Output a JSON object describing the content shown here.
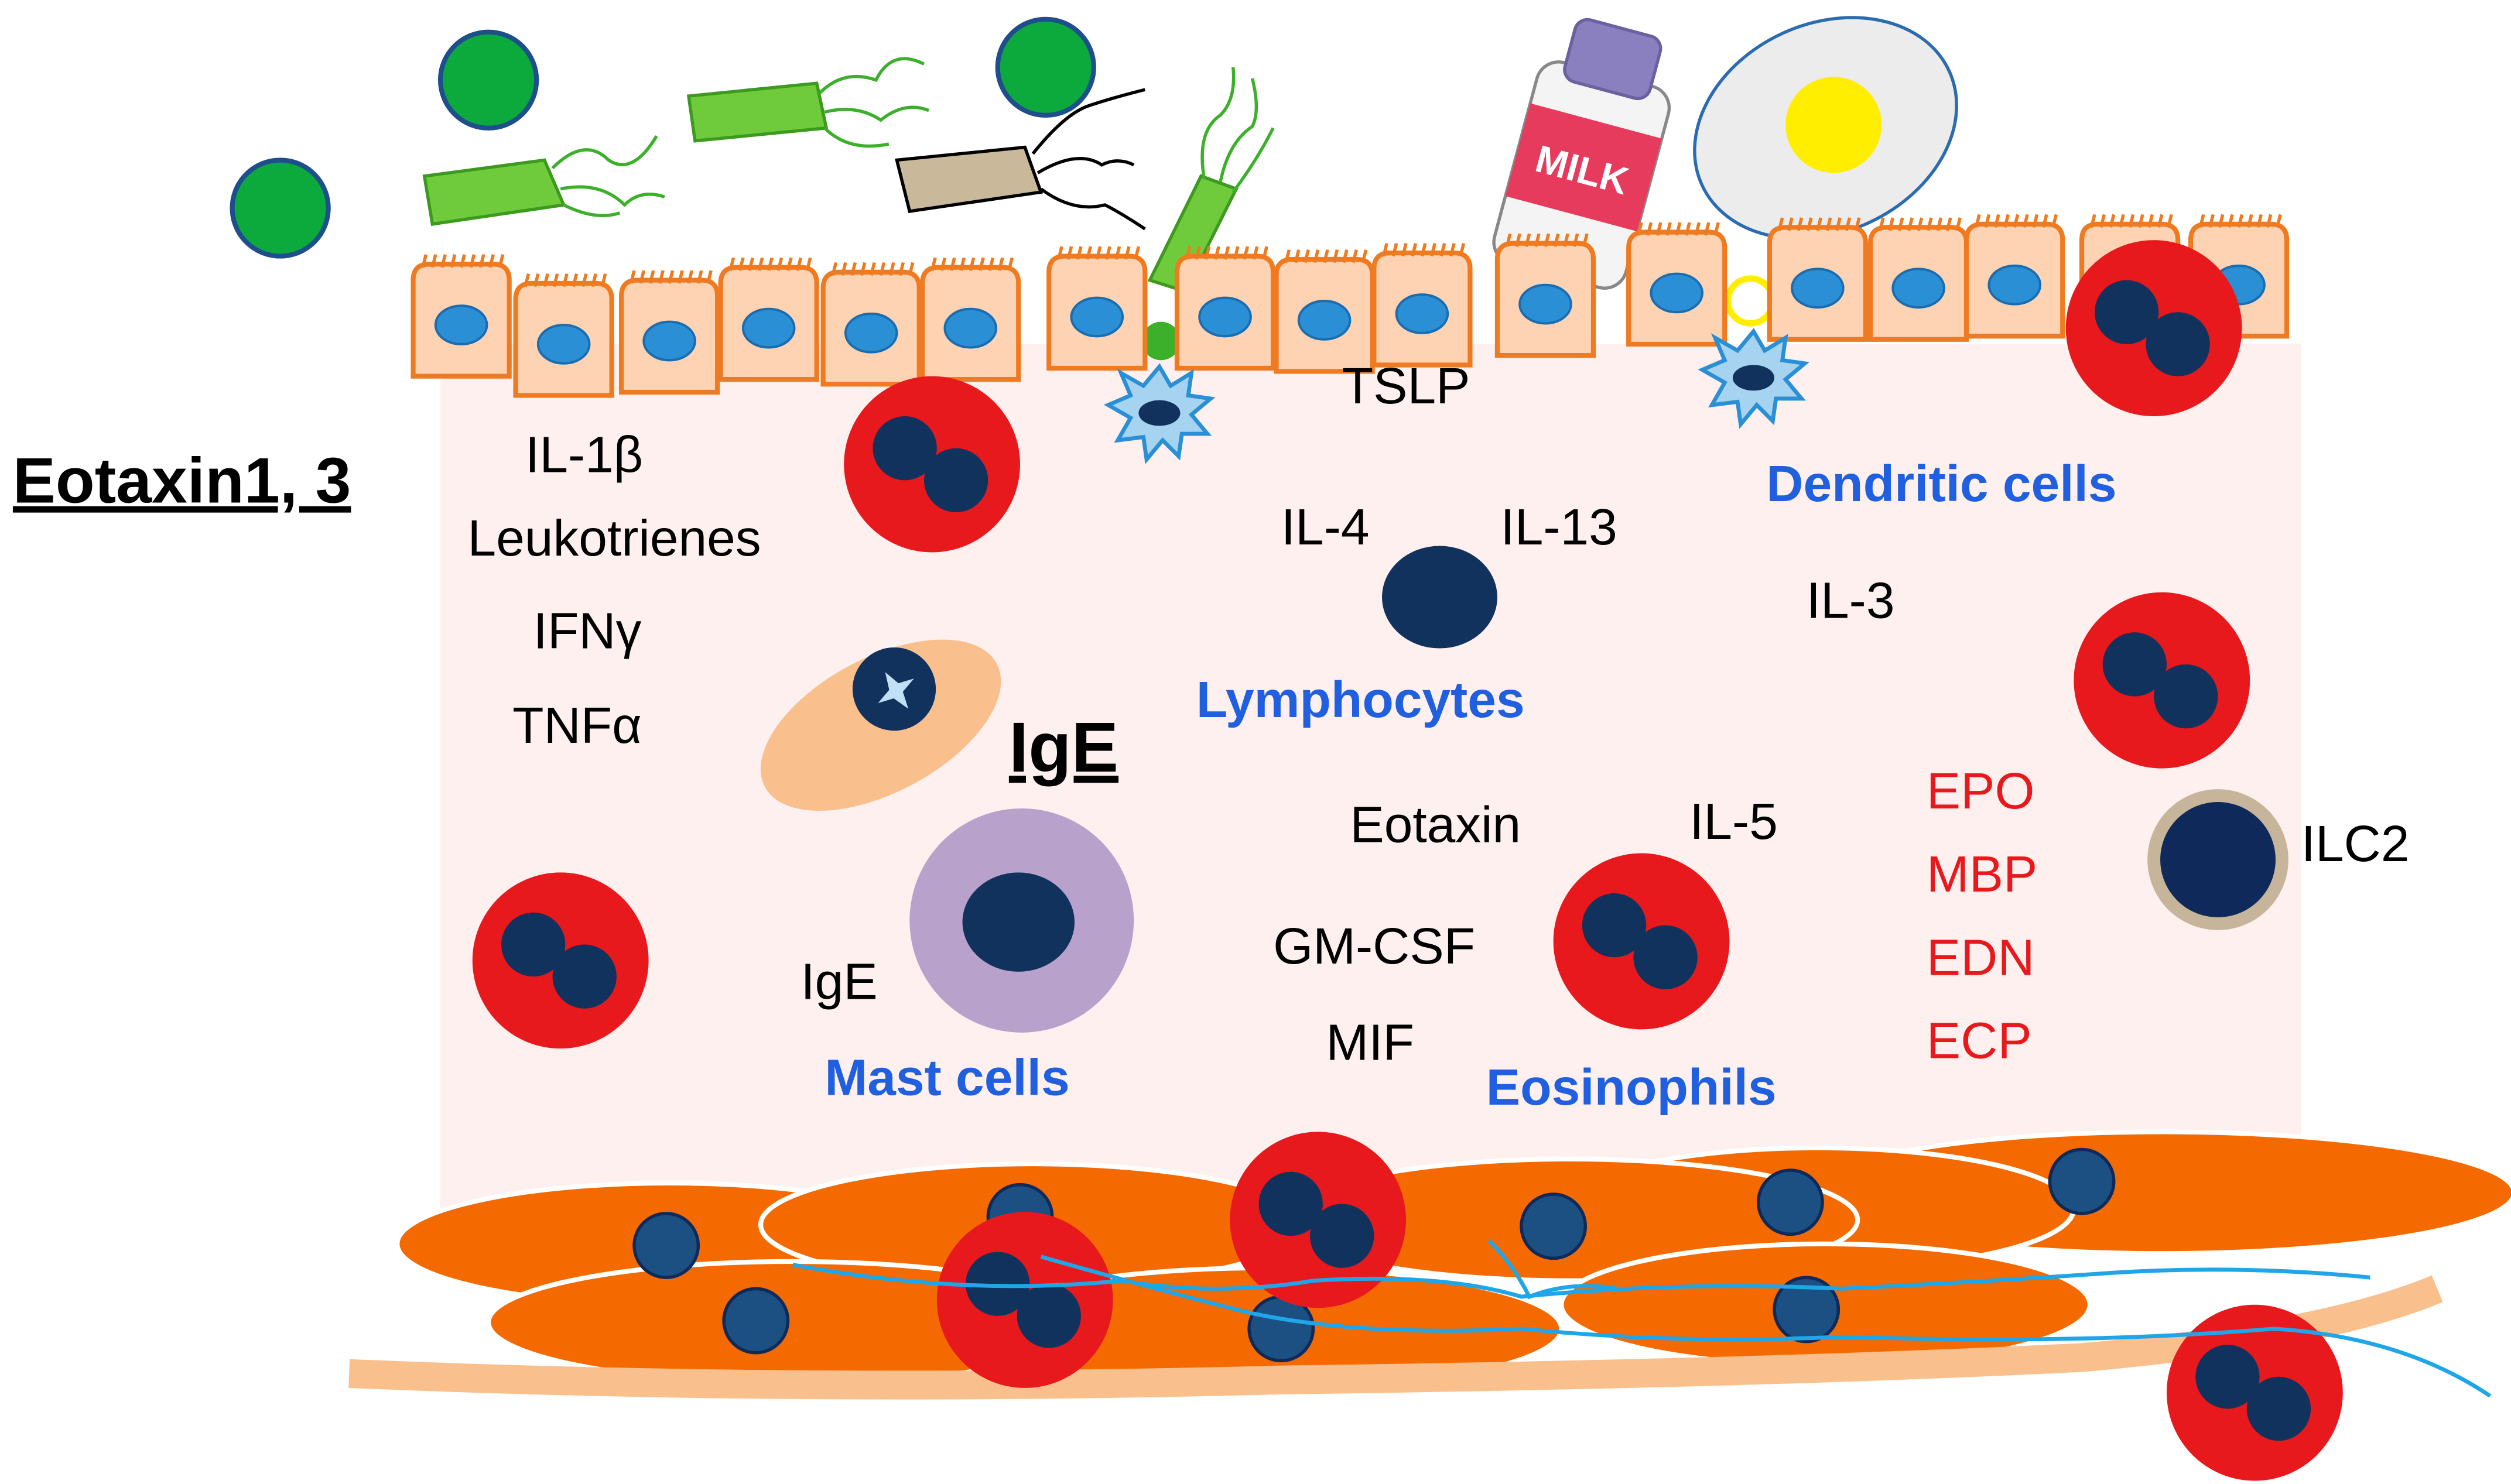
{
  "labels": {
    "eotaxin13": "Eotaxin1, 3",
    "il1b": "IL-1β",
    "leukotrienes": "Leukotrienes",
    "ifng": "IFNγ",
    "tnfa": "TNFα",
    "tslp": "TSLP",
    "il4": "IL-4",
    "il13": "IL-13",
    "il3": "IL-3",
    "ige_main": "IgE",
    "ige_small": "IgE",
    "eotaxin": "Eotaxin",
    "il5": "IL-5",
    "gmcsf": "GM-CSF",
    "mif": "MIF",
    "milk": "MILK",
    "ilc2": "ILC2"
  },
  "cell_types": {
    "dendritic": "Dendritic cells",
    "lymphocytes": "Lymphocytes",
    "mast": "Mast cells",
    "eosinophils": "Eosinophils"
  },
  "granule_proteins": [
    "EPO",
    "MBP",
    "EDN",
    "ECP"
  ],
  "colors": {
    "tissue": "#fdf0ee",
    "epithelium_fill": "#fdd3b4",
    "epithelium_stroke": "#f07a20",
    "nucleus_epi": "#2b8fd6",
    "eosinophil": "#e8191c",
    "nucleus_dark": "#12325e",
    "smooth_muscle": "#f56a00",
    "smooth_nucleus": "#1c4f82",
    "nerve": "#1ea6e8",
    "mast_cell": "#b8a2cc",
    "plasma_cell": "#f9c08e",
    "bacteria": "#6fcb3c",
    "coccus": "#0caa3c",
    "cell_type_label": "#1f5fe0",
    "granule_label": "#e8191c",
    "ilc2_ring": "#c6b59a"
  }
}
